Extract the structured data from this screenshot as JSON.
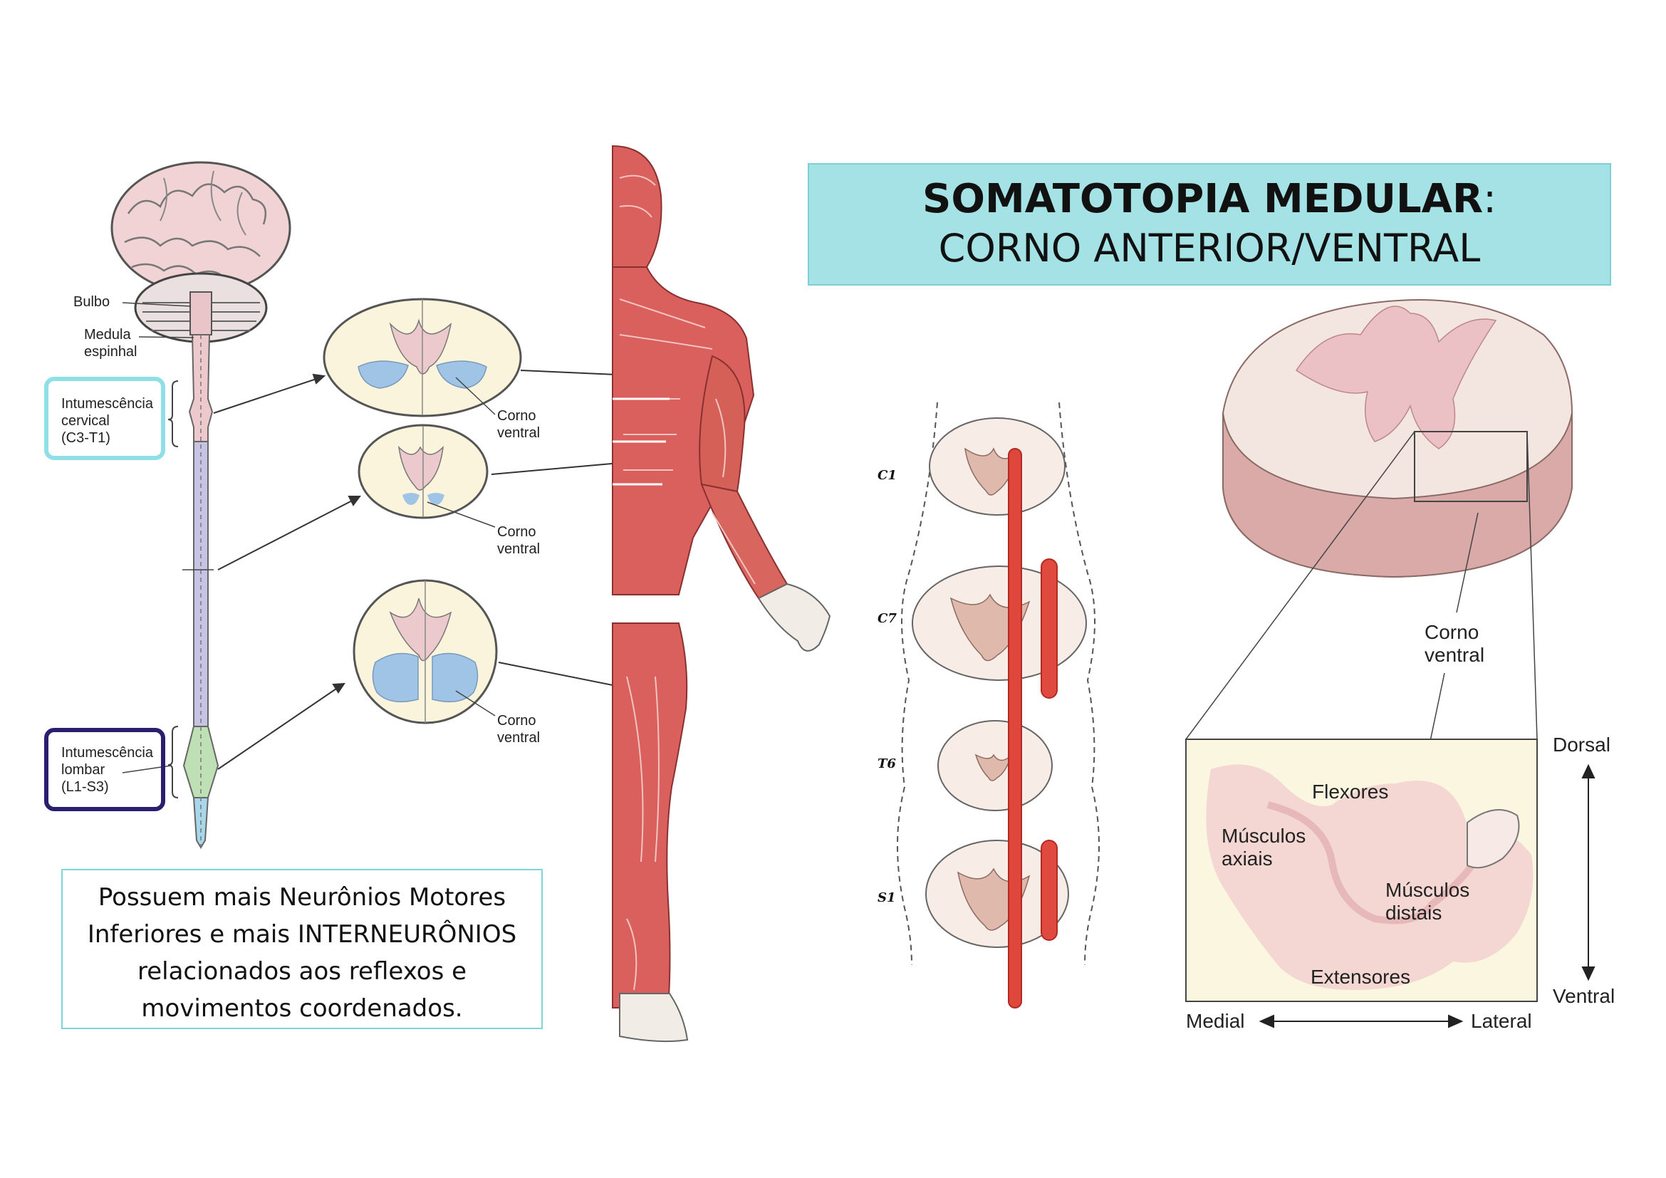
{
  "title": {
    "bold": "SOMATOTOPIA MEDULAR",
    "colon": ":",
    "subtitle": "CORNO ANTERIOR/VENTRAL"
  },
  "note": [
    "Possuem mais Neurônios Motores",
    "Inferiores e mais INTERNEURÔNIOS",
    "relacionados aos reflexos e",
    "movimentos coordenados."
  ],
  "cord_labels": {
    "bulbo": "Bulbo",
    "medula_1": "Medula",
    "medula_2": "espinhal",
    "cervical_1": "Intumescência",
    "cervical_2": "cervical",
    "cervical_3": "(C3-T1)",
    "lombar_1": "Intumescência",
    "lombar_2": "lombar",
    "lombar_3": "(L1-S3)"
  },
  "section_labels": {
    "corno": "Corno",
    "ventral": "ventral"
  },
  "segments": [
    "C1",
    "C7",
    "T6",
    "S1"
  ],
  "cross_section": {
    "corno": "Corno",
    "ventral": "ventral",
    "flexores": "Flexores",
    "musculos_axiais_1": "Músculos",
    "musculos_axiais_2": "axiais",
    "musculos_distais_1": "Músculos",
    "musculos_distais_2": "distais",
    "extensores": "Extensores",
    "dorsal": "Dorsal",
    "ventral_axis": "Ventral",
    "medial": "Medial",
    "lateral": "Lateral"
  },
  "colors": {
    "title_bg": "#a4e2e6",
    "cervical_box": "#8fdfe6",
    "lombar_box": "#2a1f6e",
    "muscle": "#d9605c",
    "grey_matter": "#e8c3c6",
    "ventral_horn": "#9fc4e6"
  }
}
